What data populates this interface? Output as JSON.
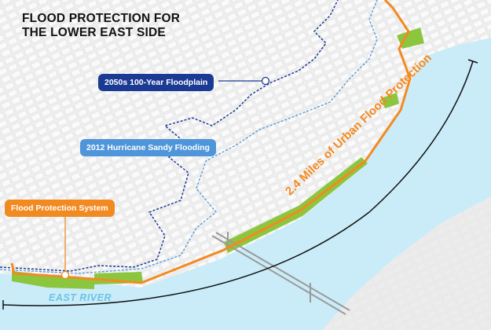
{
  "title": {
    "line1": "FLOOD PROTECTION FOR",
    "line2": "THE LOWER EAST SIDE"
  },
  "legend": {
    "floodplain_2050s": {
      "label": "2050s 100-Year Floodplain",
      "color": "#1b3a93"
    },
    "sandy_2012": {
      "label": "2012 Hurricane Sandy Flooding",
      "color": "#4e95da"
    },
    "protection_system": {
      "label": "Flood Protection System",
      "color": "#f28a22"
    }
  },
  "river_label": "EAST RIVER",
  "distance_label": "2.4 Miles of Urban Flood Protection",
  "colors": {
    "river": "#c9ecf8",
    "park": "#8cc63f",
    "land": "#f1f1f1"
  }
}
